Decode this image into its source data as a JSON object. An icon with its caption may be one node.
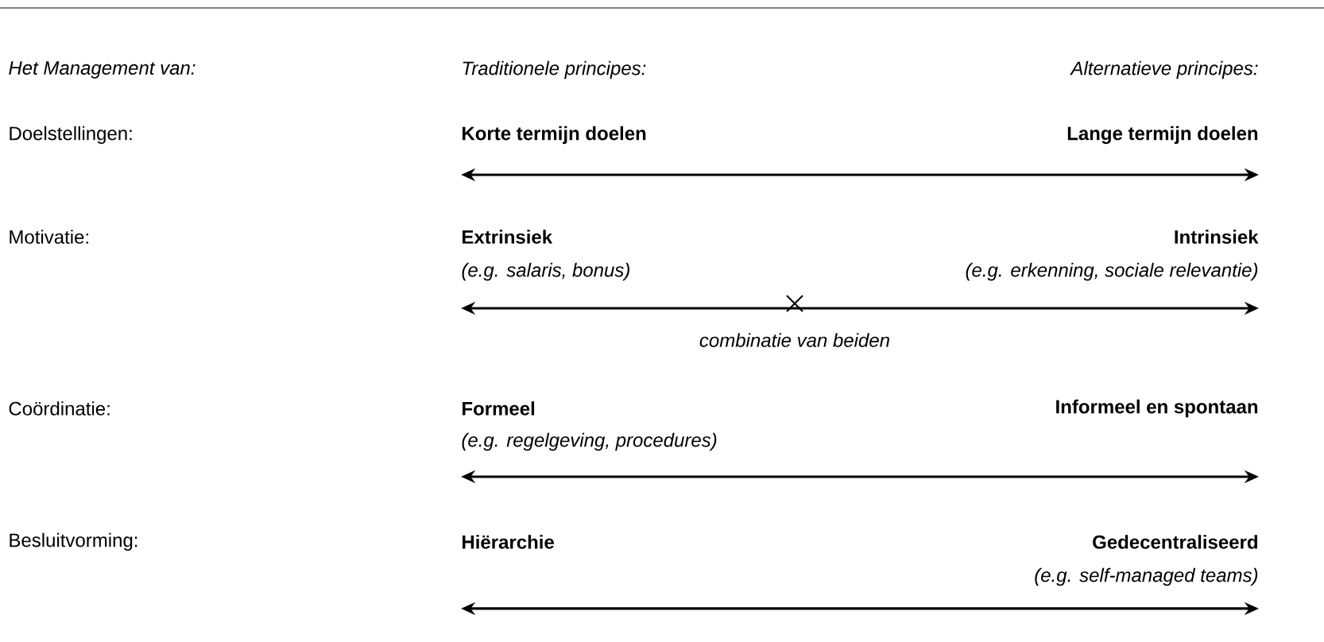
{
  "diagram": {
    "labels": [
      "Het Management van:",
      "Traditionele principes:",
      "Alternatieve principes:",
      "Doelstellingen:",
      "Korte termijn doelen",
      "Lange termijn doelen",
      "Motivatie:",
      "Extrinsiek",
      "Intrinsiek",
      "(e.g. salaris, bonus)",
      "(e.g. erkenning, sociale relevantie)",
      "combinatie van beiden",
      "Coördinatie:",
      "Formeel",
      "Informeel en spontaan",
      "(e.g. regelgeving, procedures)",
      "Besluitvorming:",
      "Hiërarchie",
      "Gedecentraliseerd",
      "(e.g. self-managed teams)"
    ]
  }
}
